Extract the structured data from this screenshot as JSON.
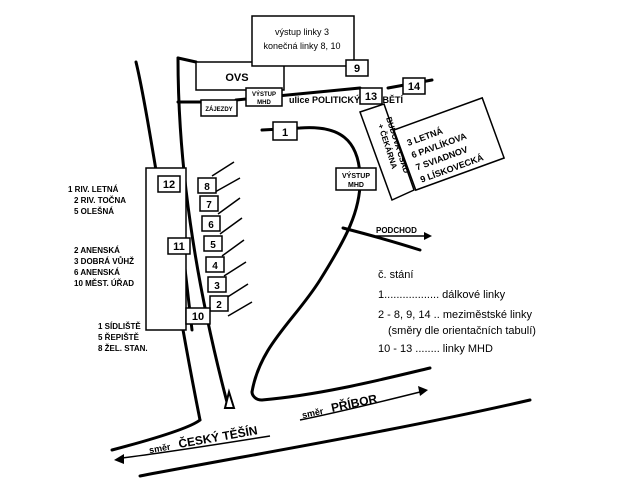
{
  "buildings": {
    "ovs": "OVS",
    "info_top_line1": "výstup linky 3",
    "info_top_line2": "konečná linky 8, 10",
    "zajezdy": "ZÁJEZDY",
    "vystup_mhd_top_1": "VÝSTUP",
    "vystup_mhd_top_2": "MHD",
    "street": "ulice POLITICKÝCH OBĚTÍ",
    "budova_1": "BUDOVA ČSAD",
    "budova_2": "+ ČEKÁRNA",
    "vystup_mhd_mid_1": "VÝSTUP",
    "vystup_mhd_mid_2": "MHD"
  },
  "stops": {
    "s1": "1",
    "s2": "2",
    "s3": "3",
    "s4": "4",
    "s5": "5",
    "s6": "6",
    "s7": "7",
    "s8": "8",
    "s9": "9",
    "s10": "10",
    "s11": "11",
    "s12": "12",
    "s13": "13",
    "s14": "14"
  },
  "right_lines": [
    "3 LETNÁ",
    "6 PAVLÍKOVA",
    "7 SVIADNOV",
    "9 LÍSKOVECKÁ"
  ],
  "left_lines_12": [
    "1  RIV. LETNÁ",
    "2  RIV. TOČNA",
    "5  OLEŠNÁ"
  ],
  "left_lines_11": [
    "2 ANENSKÁ",
    "3 DOBRÁ VŮHŽ",
    "6 ANENSKÁ",
    "10 MĚST. ÚŘAD"
  ],
  "left_lines_10": [
    "1 SÍDLIŠTĚ",
    "5 ŘEPIŠTĚ",
    "8 ŽEL. STAN."
  ],
  "podchod": "PODCHOD",
  "smer_pribor_prefix": "směr",
  "smer_pribor": "PŘÍBOR",
  "smer_tesin_prefix": "směr",
  "smer_tesin": "ČESKÝ TĚŠÍN",
  "legend": {
    "title": "č. stání",
    "row1": "1.................. dálkové linky",
    "row2": "2 - 8, 9, 14 .. meziměstské linky",
    "row3": "(směry dle orientačních tabulí)",
    "row4": "10 - 13 ........ linky MHD"
  }
}
